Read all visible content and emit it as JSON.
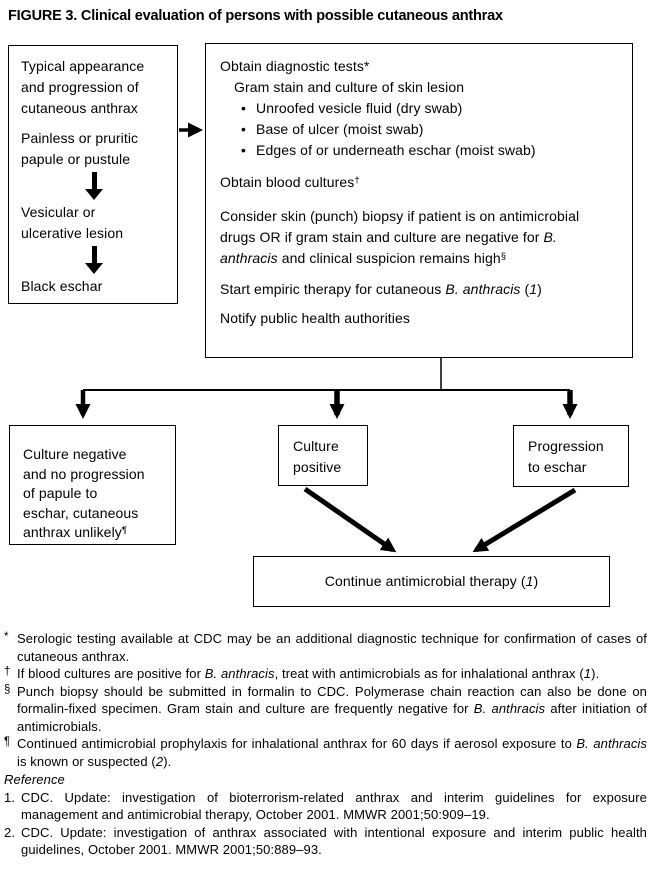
{
  "figure": {
    "title": "FIGURE 3. Clinical evaluation of persons with possible cutaneous anthrax"
  },
  "flowchart": {
    "bullet_glyph": "•",
    "progression_box": {
      "heading": "Typical appearance and progression of cutaneous anthrax",
      "stage1": "Painless or pruritic papule or pustule",
      "stage2": "Vesicular or ulcerative lesion",
      "stage3": "Black eschar"
    },
    "management_box": {
      "obtain_tests": "Obtain diagnostic tests*",
      "gram_stain": "Gram stain and culture of skin lesion",
      "bullets": [
        "Unroofed vesicle fluid (dry swab)",
        "Base of ulcer (moist swab)",
        "Edges of or underneath eschar (moist swab)"
      ],
      "blood_cultures": [
        {
          "text": "Obtain blood cultures"
        },
        {
          "text": "†",
          "style": "sup"
        }
      ],
      "biopsy": [
        {
          "text": "Consider skin (punch) biopsy if patient is on antimicrobial drugs OR if gram stain and culture are negative for "
        },
        {
          "text": "B. anthracis",
          "style": "i"
        },
        {
          "text": " and clinical suspicion remains high"
        },
        {
          "text": "§",
          "style": "sup"
        }
      ],
      "empiric": [
        {
          "text": "Start empiric therapy for cutaneous "
        },
        {
          "text": "B. anthracis",
          "style": "i"
        },
        {
          "text": " ("
        },
        {
          "text": "1",
          "style": "i"
        },
        {
          "text": ")"
        }
      ],
      "notify": "Notify public health authorities"
    },
    "outcomes": {
      "negative": [
        {
          "text": "Culture negative and no progression of papule to eschar, cutaneous anthrax unlikely"
        },
        {
          "text": "¶",
          "style": "sup"
        }
      ],
      "positive": "Culture positive",
      "eschar": "Progression to eschar",
      "continue_therapy": [
        {
          "text": "Continue antimicrobial therapy ("
        },
        {
          "text": "1",
          "style": "i"
        },
        {
          "text": ")"
        }
      ]
    }
  },
  "footnotes": [
    {
      "marker": "*",
      "segments": [
        {
          "text": "Serologic testing available at CDC may be an additional diagnostic technique for confirmation of cases of cutaneous anthrax."
        }
      ]
    },
    {
      "marker": "†",
      "segments": [
        {
          "text": "If blood cultures are positive for "
        },
        {
          "text": "B. anthracis",
          "style": "i"
        },
        {
          "text": ", treat with antimicrobials as for inhalational anthrax ("
        },
        {
          "text": "1",
          "style": "i"
        },
        {
          "text": ")."
        }
      ]
    },
    {
      "marker": "§",
      "segments": [
        {
          "text": "Punch biopsy should be submitted in formalin to CDC. Polymerase chain reaction can also be done on formalin-fixed specimen. Gram stain and culture are frequently negative for "
        },
        {
          "text": "B. anthracis",
          "style": "i"
        },
        {
          "text": " after initiation of antimicrobials."
        }
      ]
    },
    {
      "marker": "¶",
      "segments": [
        {
          "text": "Continued antimicrobial prophylaxis for inhalational anthrax for 60 days if aerosol exposure to "
        },
        {
          "text": "B. anthracis",
          "style": "i"
        },
        {
          "text": " is known or suspected ("
        },
        {
          "text": "2",
          "style": "i"
        },
        {
          "text": ")."
        }
      ]
    }
  ],
  "references": {
    "heading": "Reference",
    "items": [
      {
        "number": "1.",
        "text": "CDC. Update: investigation of bioterrorism-related anthrax and interim guidelines for exposure management and antimicrobial therapy, October 2001. MMWR 2001;50:909–19."
      },
      {
        "number": "2.",
        "text": "CDC. Update: investigation of anthrax associated with intentional exposure and interim public health guidelines, October 2001. MMWR 2001;50:889–93."
      }
    ]
  }
}
